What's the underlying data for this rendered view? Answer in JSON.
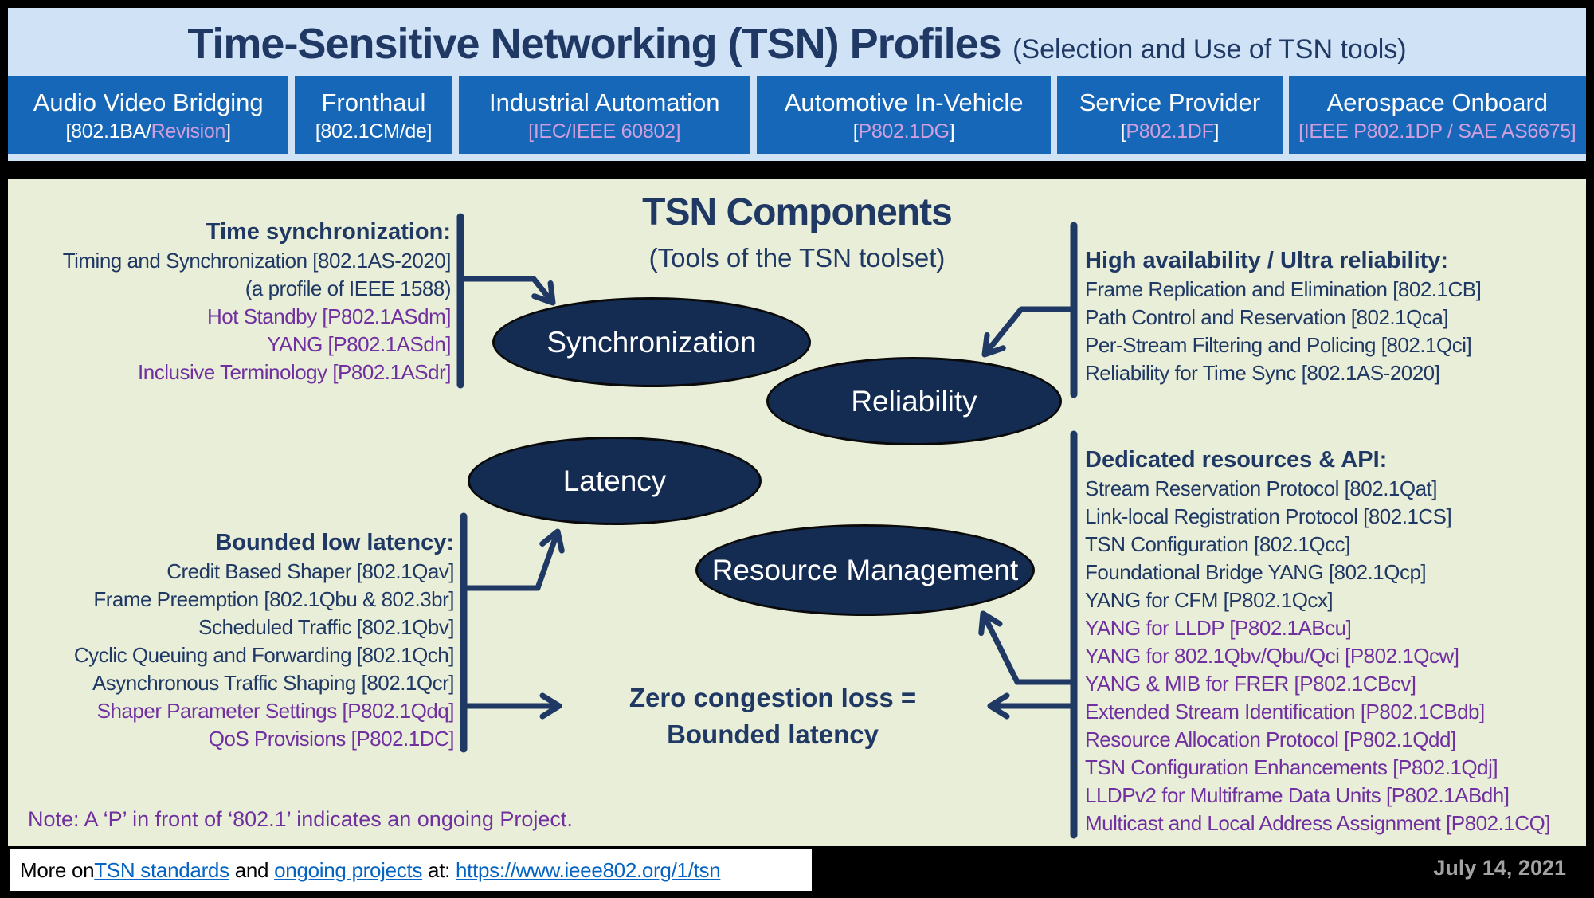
{
  "colors": {
    "title_navy": "#1f3864",
    "band_light_blue": "#cfe2f6",
    "profile_box_blue": "#1667b8",
    "profile_ongoing_plum": "#cf9fde",
    "panel_background": "#e9eed9",
    "ellipse_fill": "#142b52",
    "ongoing_purple": "#7030a0",
    "link_blue": "#0563c1",
    "date_gray": "#a3a3a3",
    "frame_black": "#000000"
  },
  "header": {
    "title": "Time-Sensitive Networking (TSN) Profiles",
    "subtitle": "(Selection and Use of TSN tools)",
    "profiles": [
      {
        "name": "Audio Video Bridging",
        "pre": "[802.1BA/",
        "proj": "Revision",
        "post": "]"
      },
      {
        "name": "Fronthaul",
        "pre": "[802.1CM/de]",
        "proj": "",
        "post": ""
      },
      {
        "name": "Industrial Automation",
        "pre": "",
        "proj": "[IEC/IEEE 60802]",
        "post": ""
      },
      {
        "name": "Automotive In-Vehicle",
        "pre": "[",
        "proj": "P802.1DG",
        "post": "]"
      },
      {
        "name": "Service Provider",
        "pre": "[",
        "proj": "P802.1DF",
        "post": "]"
      },
      {
        "name": "Aerospace Onboard",
        "pre": "",
        "proj": "[IEEE P802.1DP / SAE AS6675]",
        "post": ""
      }
    ]
  },
  "main": {
    "heading": "TSN Components",
    "subheading": "(Tools of the TSN toolset)",
    "ellipses": {
      "synchronization": "Synchronization",
      "reliability": "Reliability",
      "latency": "Latency",
      "resource_management": "Resource Management"
    },
    "lists": {
      "time_sync": {
        "heading": "Time synchronization:",
        "items": [
          "Timing and Synchronization [802.1AS-2020]",
          "(a profile of IEEE 1588)",
          "Hot Standby [P802.1ASdm]",
          "YANG [P802.1ASdn]",
          "Inclusive Terminology [P802.1ASdr]"
        ]
      },
      "high_availability": {
        "heading": "High availability / Ultra reliability:",
        "items": [
          "Frame Replication and Elimination [802.1CB]",
          "Path Control and Reservation [802.1Qca]",
          "Per-Stream Filtering and Policing [802.1Qci]",
          "Reliability for Time Sync [802.1AS-2020]"
        ]
      },
      "bounded_low_latency": {
        "heading": "Bounded low latency:",
        "items": [
          "Credit Based Shaper [802.1Qav]",
          "Frame Preemption [802.1Qbu & 802.3br]",
          "Scheduled Traffic [802.1Qbv]",
          "Cyclic Queuing and Forwarding [802.1Qch]",
          "Asynchronous Traffic Shaping [802.1Qcr]",
          "Shaper Parameter Settings [P802.1Qdq]",
          "QoS Provisions [P802.1DC]"
        ]
      },
      "dedicated_resources": {
        "heading": "Dedicated resources & API:",
        "items": [
          "Stream Reservation Protocol [802.1Qat]",
          "Link-local Registration Protocol [802.1CS]",
          "TSN Configuration [802.1Qcc]",
          "Foundational Bridge YANG [802.1Qcp]",
          "YANG for CFM [P802.1Qcx]",
          "YANG for LLDP [P802.1ABcu]",
          "YANG for 802.1Qbv/Qbu/Qci [P802.1Qcw]",
          "YANG & MIB for FRER [P802.1CBcv]",
          "Extended Stream Identification [P802.1CBdb]",
          "Resource Allocation Protocol [P802.1Qdd]",
          "TSN Configuration Enhancements [P802.1Qdj]",
          "LLDPv2 for Multiframe Data Units [P802.1ABdh]",
          "Multicast and Local Address Assignment [P802.1CQ]"
        ]
      }
    },
    "center_note": {
      "line1": "Zero congestion loss =",
      "line2": "Bounded latency"
    },
    "note": "Note: A ‘P’ in front of ‘802.1’ indicates an ongoing Project."
  },
  "footer": {
    "more_on": "More on ",
    "link_standards": "TSN standards",
    "and": " and ",
    "link_projects": "ongoing projects",
    "at": " at: ",
    "url": "https://www.ieee802.org/1/tsn",
    "date": "July 14, 2021"
  }
}
